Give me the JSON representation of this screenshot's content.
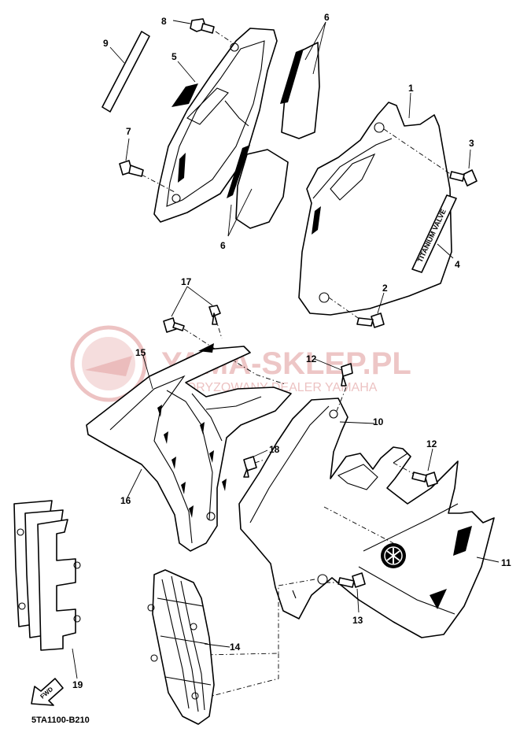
{
  "watermark": {
    "site": "YAMA-SKLEP.PL",
    "tagline": "AUTORYZOWANY DEALER YAMAHA",
    "logo_color": "#e8b4b4"
  },
  "diagram_code": "5TA1100-B210",
  "fwd_label": "FWD",
  "decal_text": "TITANIUM VALVE",
  "callouts": {
    "c1": "1",
    "c2": "2",
    "c3": "3",
    "c4": "4",
    "c5": "5",
    "c6a": "6",
    "c6b": "6",
    "c7": "7",
    "c8": "8",
    "c9": "9",
    "c10": "10",
    "c11": "11",
    "c12a": "12",
    "c12b": "12",
    "c13": "13",
    "c14": "14",
    "c15": "15",
    "c16": "16",
    "c17": "17",
    "c18": "18",
    "c19": "19"
  }
}
